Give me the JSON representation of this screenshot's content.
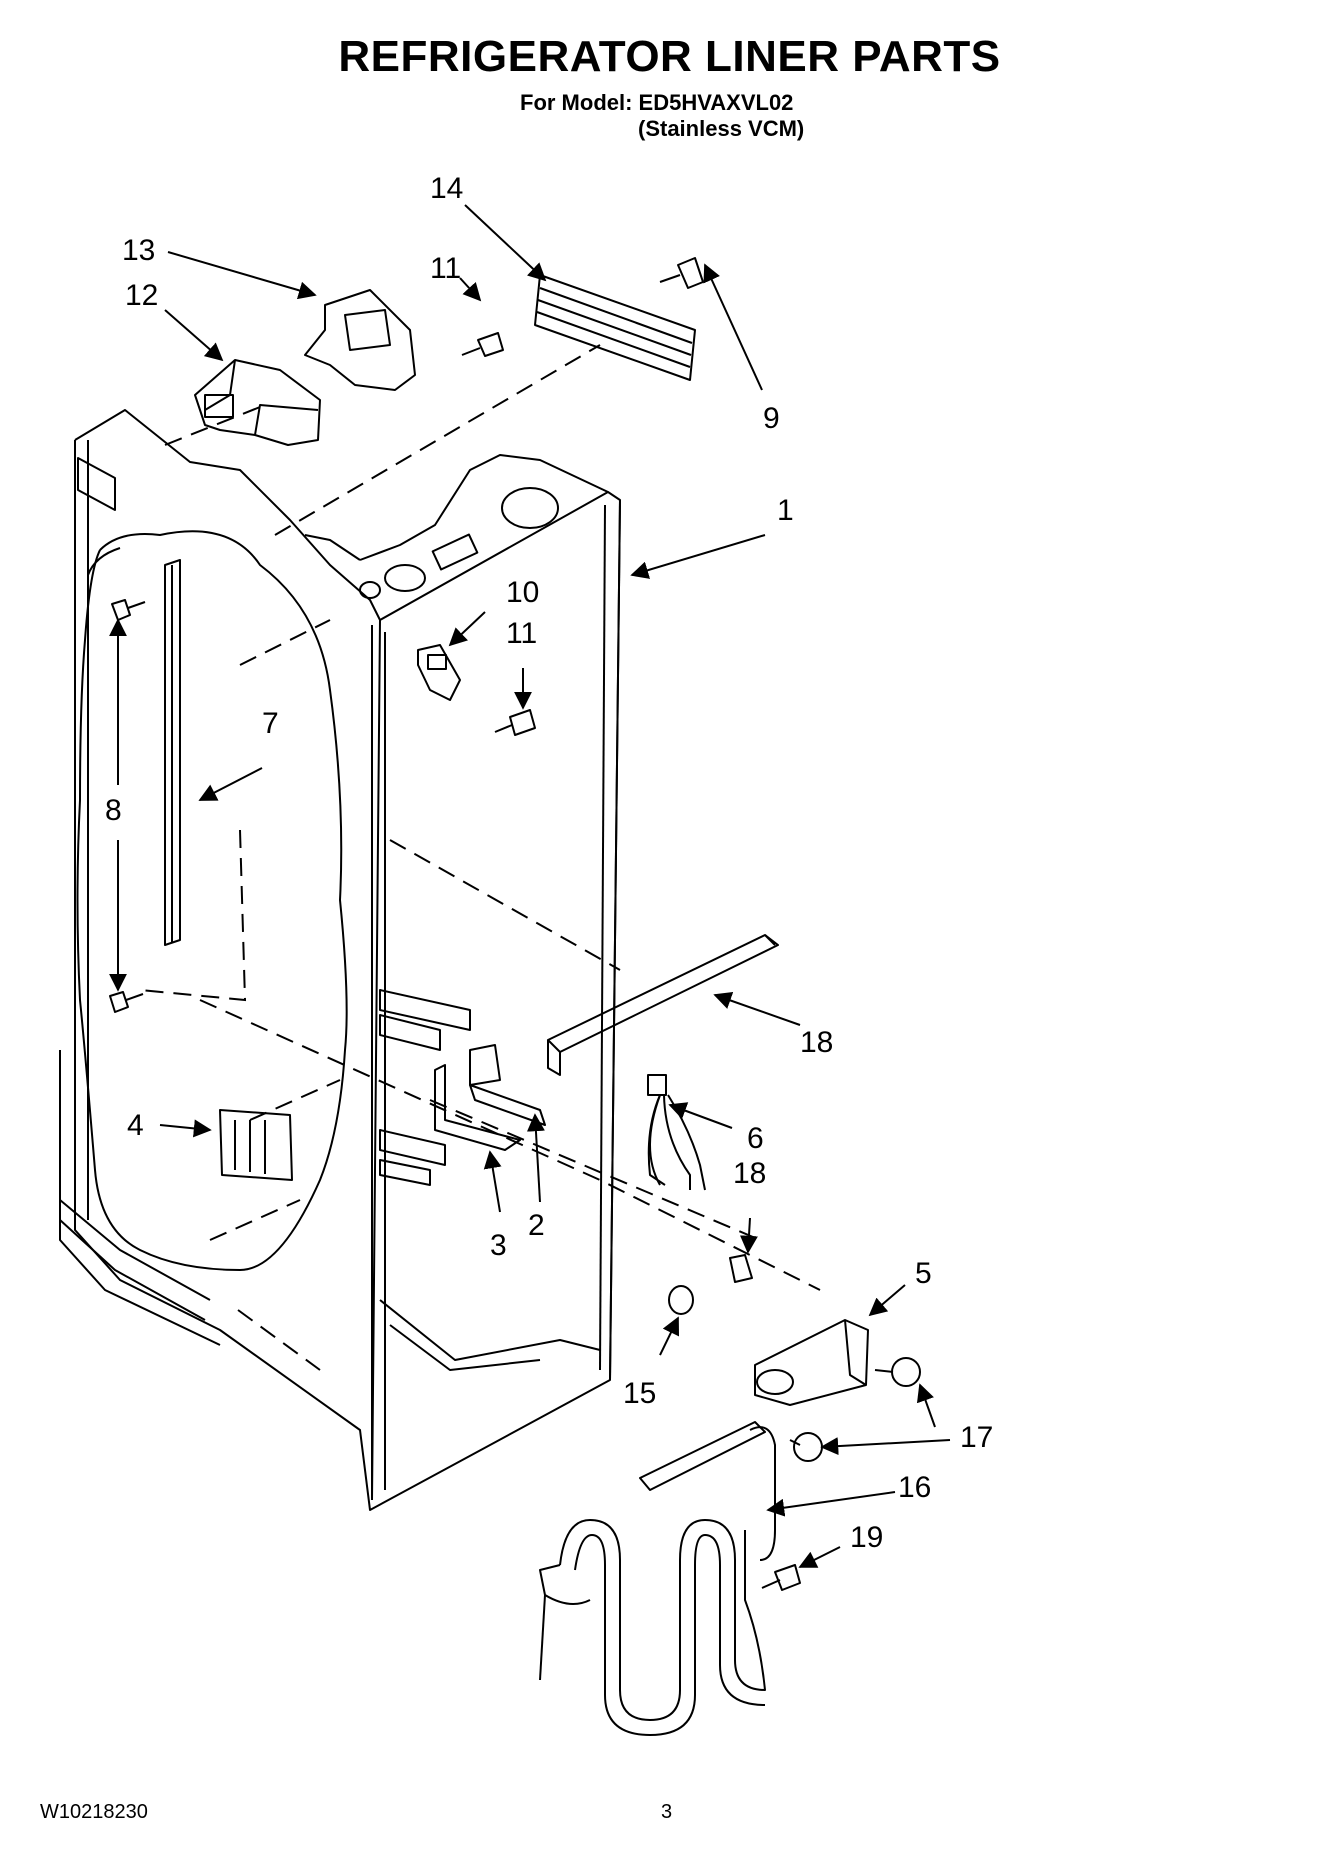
{
  "header": {
    "title": "REFRIGERATOR LINER PARTS",
    "model_line": "For Model: ED5HVAXVL02",
    "model_sub": "(Stainless VCM)"
  },
  "callouts": {
    "c1": "1",
    "c2": "2",
    "c3": "3",
    "c4": "4",
    "c5": "5",
    "c6": "6",
    "c7": "7",
    "c8": "8",
    "c9": "9",
    "c10": "10",
    "c11a": "11",
    "c11b": "11",
    "c12": "12",
    "c13": "13",
    "c14": "14",
    "c15": "15",
    "c16": "16",
    "c17": "17",
    "c18a": "18",
    "c18b": "18",
    "c19": "19"
  },
  "footer": {
    "doc_code": "W10218230",
    "page": "3"
  }
}
